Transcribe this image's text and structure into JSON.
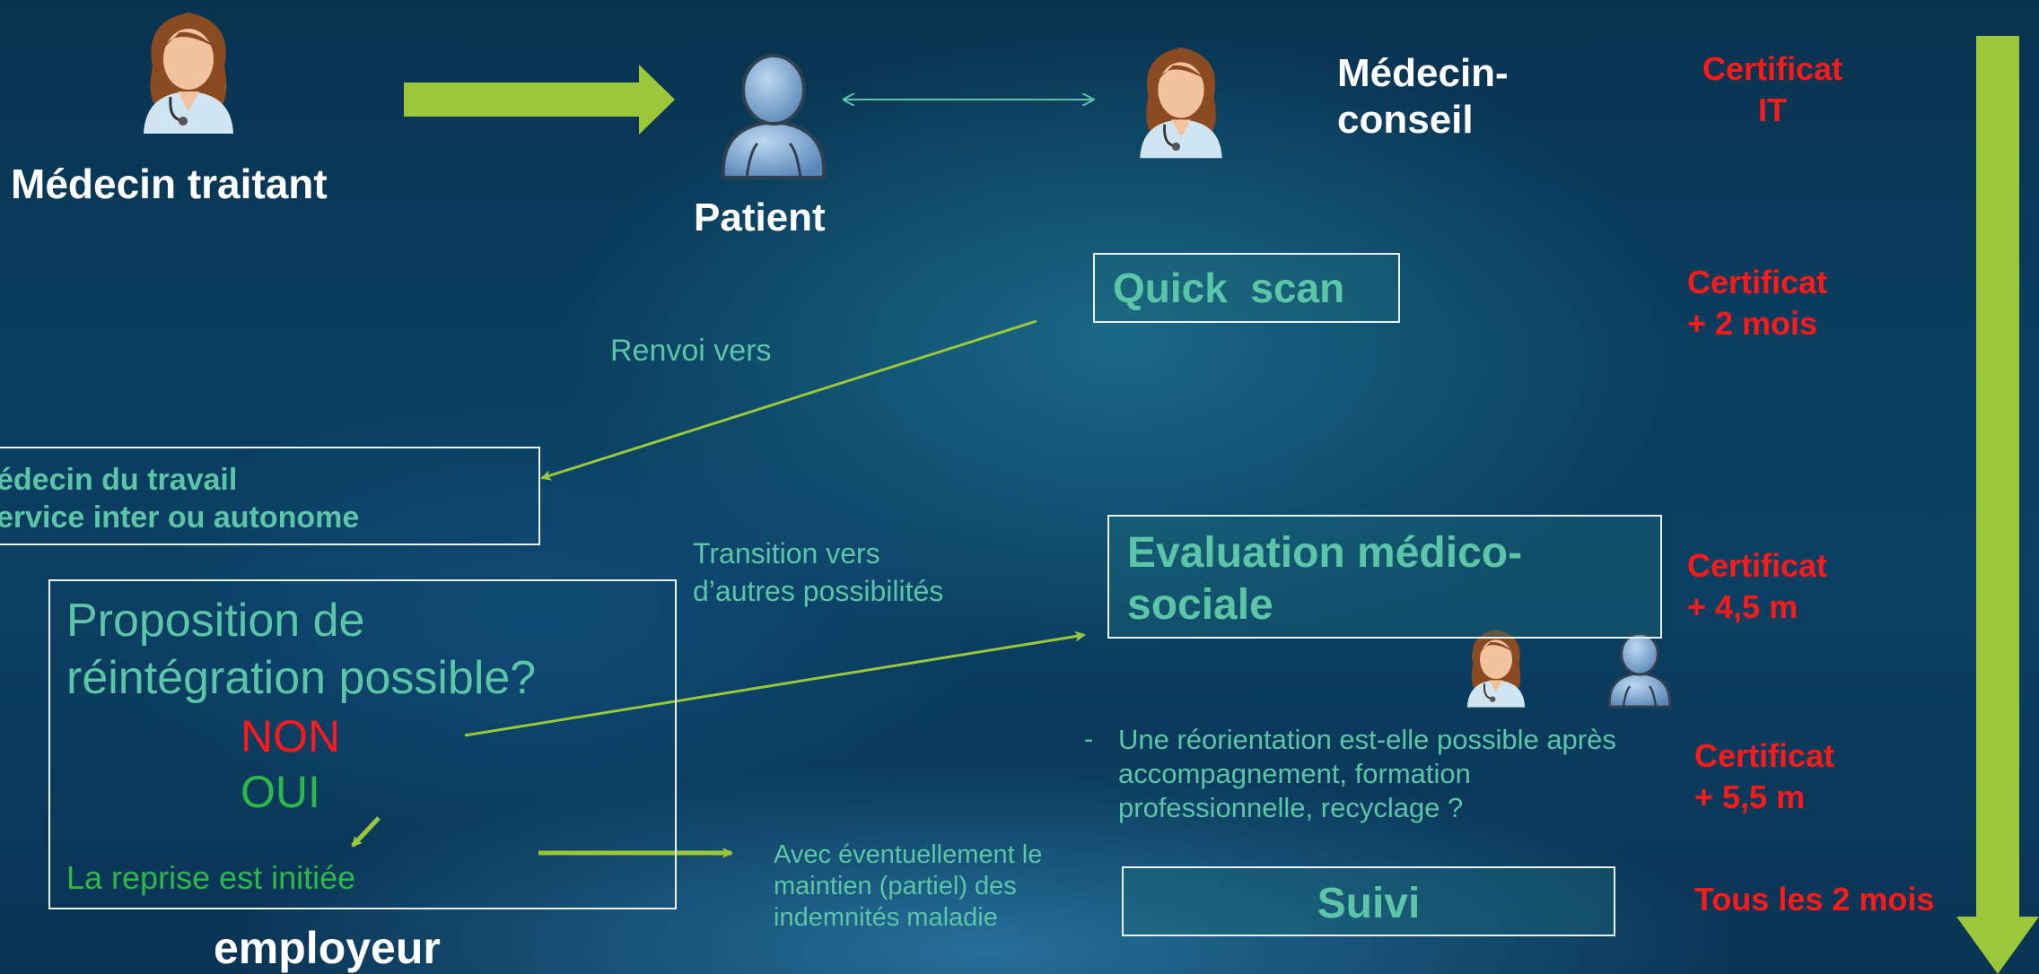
{
  "actors": {
    "medecin_traitant": "Médecin traitant",
    "patient": "Patient",
    "medecin_conseil_line1": "Médecin-",
    "medecin_conseil_line2": "conseil",
    "employeur": "employeur"
  },
  "steps": {
    "quick_scan": "Quick  scan",
    "medecin_travail_line1": "édecin du travail",
    "medecin_travail_line2": "ervice inter ou autonome",
    "evaluation_line1": "Evaluation médico-",
    "evaluation_line2": "sociale",
    "suivi": "Suivi"
  },
  "labels": {
    "renvoi": "Renvoi vers",
    "transition_line1": "Transition vers",
    "transition_line2": "d’autres possibilités",
    "maintien_line1": "Avec éventuellement le",
    "maintien_line2": "maintien (partiel) des",
    "maintien_line3": "indemnités maladie"
  },
  "proposition": {
    "line1": "Proposition de",
    "line2": "réintégration possible?",
    "non": "NON",
    "oui": "OUI",
    "reprise": "La reprise est initiée"
  },
  "reorientation": {
    "bullet": "-",
    "line1": "Une réorientation est-elle possible après",
    "line2": "accompagnement, formation",
    "line3": "professionnelle, recyclage ?"
  },
  "timeline": {
    "t1_line1": "Certificat",
    "t1_line2": "IT",
    "t2_line1": "Certificat",
    "t2_line2": "+ 2 mois",
    "t3_line1": "Certificat",
    "t3_line2": "+ 4,5 m",
    "t4_line1": "Certificat",
    "t4_line2": "+ 5,5 m",
    "t5": "Tous les 2 mois"
  },
  "colors": {
    "arrow_green": "#9bc83a",
    "title_teal": "#5cc5a8",
    "timeline_red": "#ff1a1a",
    "non_red": "#ff1a1a",
    "oui_green": "#2fb84a"
  },
  "icons": [
    "doctor-icon",
    "patient-icon"
  ]
}
